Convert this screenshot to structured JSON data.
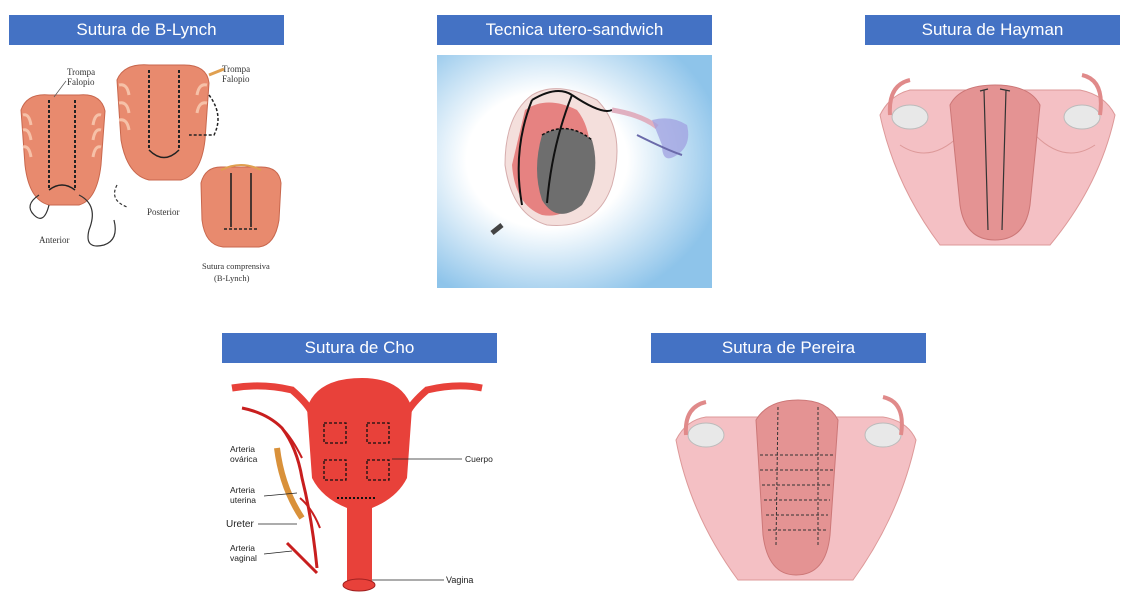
{
  "panels": {
    "blynch": {
      "title": "Sutura de B-Lynch",
      "labels": {
        "tube1": [
          "Trompa",
          "Falopio"
        ],
        "tube2": [
          "Trompa",
          "Falopio"
        ],
        "anterior": "Anterior",
        "posterior": "Posterior",
        "caption": [
          "Sutura comprensiva",
          "(B-Lynch)"
        ]
      }
    },
    "sandwich": {
      "title": "Tecnica utero-sandwich"
    },
    "hayman": {
      "title": "Sutura de Hayman"
    },
    "cho": {
      "title": "Sutura de Cho",
      "labels": {
        "arteria_ovarica": [
          "Arteria",
          "ovárica"
        ],
        "arteria_uterina": [
          "Arteria",
          "uterina"
        ],
        "ureter": "Ureter",
        "arteria_vaginal": [
          "Arteria",
          "vaginal"
        ],
        "cuerpo": "Cuerpo",
        "vagina": "Vagina"
      }
    },
    "pereira": {
      "title": "Sutura de Pereira"
    }
  },
  "colors": {
    "header_bg": "#4472c4",
    "uterus_salmon": "#e88a6e",
    "uterus_pink": "#e9a4a4",
    "cho_red": "#e8413a",
    "sandwich_blue": "#8ec4ea"
  }
}
